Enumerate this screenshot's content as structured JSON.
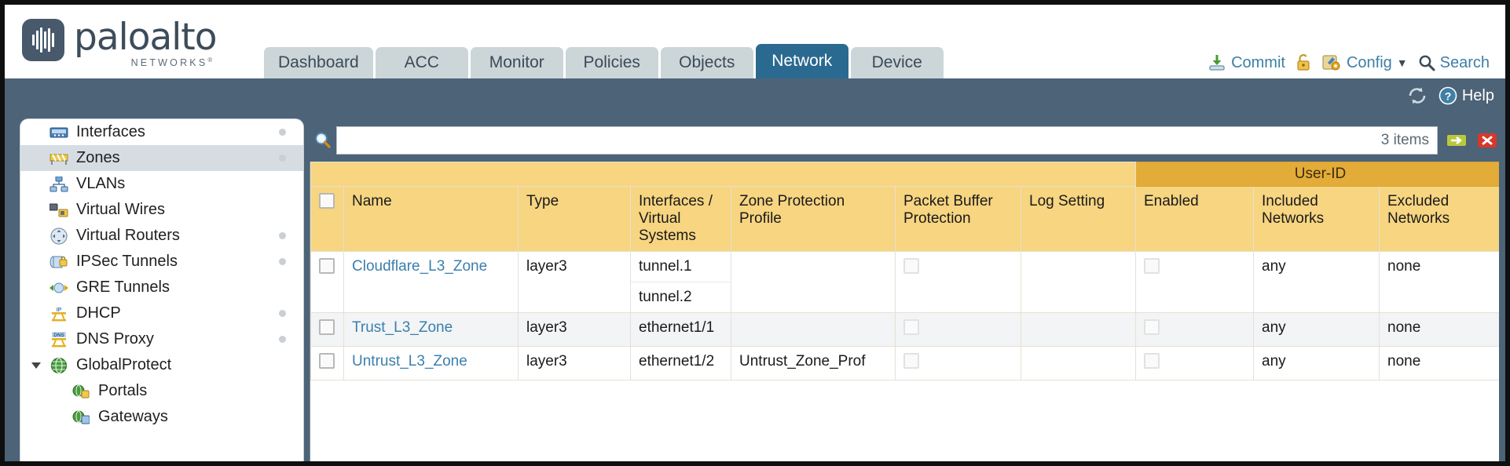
{
  "brand": {
    "name": "paloalto",
    "tagline": "NETWORKS",
    "reg": "®"
  },
  "tabs": [
    {
      "label": "Dashboard",
      "active": false
    },
    {
      "label": "ACC",
      "active": false
    },
    {
      "label": "Monitor",
      "active": false
    },
    {
      "label": "Policies",
      "active": false
    },
    {
      "label": "Objects",
      "active": false
    },
    {
      "label": "Network",
      "active": true
    },
    {
      "label": "Device",
      "active": false
    }
  ],
  "top_actions": {
    "commit": "Commit",
    "lock_icon": "padlock-icon",
    "config": "Config",
    "config_caret": "▼",
    "search": "Search"
  },
  "band": {
    "refresh_icon": "refresh-icon",
    "help": "Help"
  },
  "sidebar": {
    "items": [
      {
        "label": "Interfaces",
        "icon": "interfaces-icon",
        "selected": false,
        "dot": true,
        "child": false
      },
      {
        "label": "Zones",
        "icon": "zones-icon",
        "selected": true,
        "dot": true,
        "child": false
      },
      {
        "label": "VLANs",
        "icon": "vlans-icon",
        "selected": false,
        "dot": false,
        "child": false
      },
      {
        "label": "Virtual Wires",
        "icon": "virtual-wires-icon",
        "selected": false,
        "dot": false,
        "child": false
      },
      {
        "label": "Virtual Routers",
        "icon": "virtual-routers-icon",
        "selected": false,
        "dot": true,
        "child": false
      },
      {
        "label": "IPSec Tunnels",
        "icon": "ipsec-tunnels-icon",
        "selected": false,
        "dot": true,
        "child": false
      },
      {
        "label": "GRE Tunnels",
        "icon": "gre-tunnels-icon",
        "selected": false,
        "dot": false,
        "child": false
      },
      {
        "label": "DHCP",
        "icon": "dhcp-icon",
        "selected": false,
        "dot": true,
        "child": false
      },
      {
        "label": "DNS Proxy",
        "icon": "dns-proxy-icon",
        "selected": false,
        "dot": true,
        "child": false
      },
      {
        "label": "GlobalProtect",
        "icon": "globalprotect-icon",
        "selected": false,
        "dot": false,
        "child": false,
        "caret": "open"
      },
      {
        "label": "Portals",
        "icon": "portals-icon",
        "selected": false,
        "dot": false,
        "child": true
      },
      {
        "label": "Gateways",
        "icon": "gateways-icon",
        "selected": false,
        "dot": false,
        "child": true
      }
    ]
  },
  "search": {
    "icon": "search-magnifier-icon",
    "value": "",
    "placeholder": "",
    "item_count": "3 items",
    "apply_icon": "apply-arrow-icon",
    "clear_icon": "clear-x-icon"
  },
  "table": {
    "group_header": {
      "label": "User-ID",
      "span": 3
    },
    "columns": [
      "",
      "Name",
      "Type",
      "Interfaces / Virtual Systems",
      "Zone Protection Profile",
      "Packet Buffer Protection",
      "Log Setting",
      "Enabled",
      "Included Networks",
      "Excluded Networks"
    ],
    "header_select_all": "select-all-checkbox",
    "rows": [
      {
        "selected": false,
        "name": "Cloudflare_L3_Zone",
        "type": "layer3",
        "interfaces": [
          "tunnel.1",
          "tunnel.2"
        ],
        "zone_protection_profile": "",
        "packet_buffer_protection": false,
        "log_setting": "",
        "enabled": false,
        "included_networks": "any",
        "excluded_networks": "none"
      },
      {
        "selected": false,
        "name": "Trust_L3_Zone",
        "type": "layer3",
        "interfaces": [
          "ethernet1/1"
        ],
        "zone_protection_profile": "",
        "packet_buffer_protection": false,
        "log_setting": "",
        "enabled": false,
        "included_networks": "any",
        "excluded_networks": "none"
      },
      {
        "selected": false,
        "name": "Untrust_L3_Zone",
        "type": "layer3",
        "interfaces": [
          "ethernet1/2"
        ],
        "zone_protection_profile": "Untrust_Zone_Prof",
        "packet_buffer_protection": false,
        "log_setting": "",
        "enabled": false,
        "included_networks": "any",
        "excluded_networks": "none"
      }
    ]
  },
  "colors": {
    "brand_dark": "#47596b",
    "band_blue": "#4c6378",
    "tab_active": "#2b6a90",
    "tab_inactive": "#ccd6d9",
    "header_amber": "#f7d581",
    "group_amber": "#e3ab38",
    "link_blue": "#3b7fad"
  }
}
